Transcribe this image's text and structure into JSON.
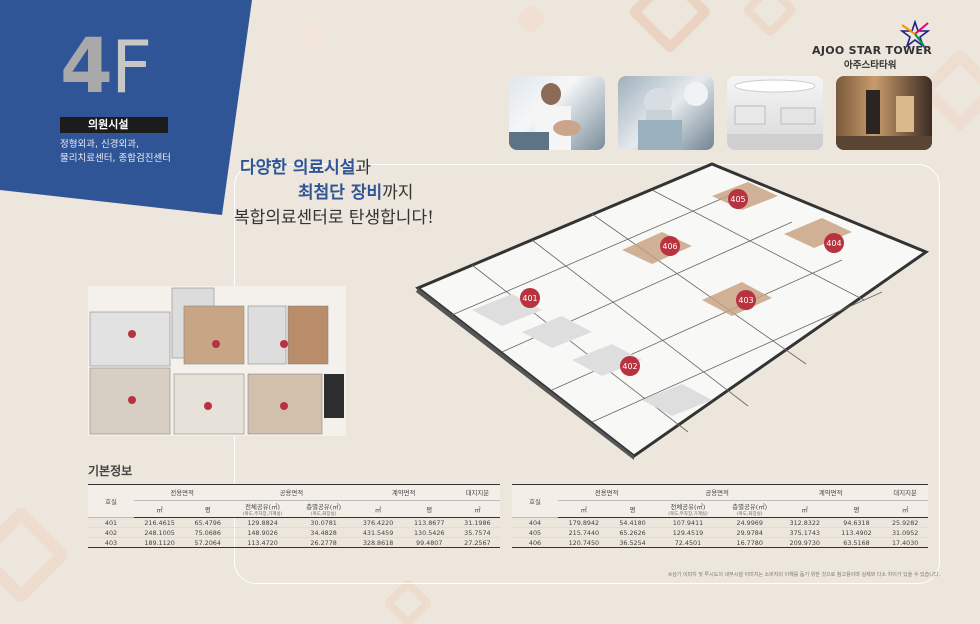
{
  "header": {
    "floor_number": "4",
    "floor_suffix": "F",
    "category": "의원시설",
    "departments": [
      "정형외과, 신경외과,",
      "물리치료센터, 종합검진센터"
    ]
  },
  "brand": {
    "name_en": "AJOO STAR TOWER",
    "name_ko": "아주스타타워",
    "accent_colors": [
      "#e4007f",
      "#f39800",
      "#009944",
      "#1d2088"
    ]
  },
  "headline": {
    "line1_blue": "다양한 의료시설",
    "line1_rest": "과",
    "line2_blue": "최첨단 장비",
    "line2_rest": "까지",
    "line3": "복합의료센터로 탄생합니다!"
  },
  "photos": [
    "dental-treatment-photo",
    "surgery-photo",
    "clinic-interior-photo",
    "hallway-photo"
  ],
  "plan_units": [
    "401",
    "402",
    "403",
    "404",
    "405",
    "406"
  ],
  "info": {
    "title": "기본정보",
    "headers": {
      "unit": "호실",
      "exclusive_area": "전용면적",
      "common_area": "공용면적",
      "contract_area": "계약면적",
      "land_share": "대지지분",
      "sqm": "㎡",
      "pyeong": "평",
      "total_common": "전체공유(㎡)",
      "total_common_sub": "(복도,주차장,기계실)",
      "floor_common": "층별공유(㎡)",
      "floor_common_sub": "(복도,화장실)"
    },
    "left_rows": [
      [
        "401",
        "216.4615",
        "65.4796",
        "129.8824",
        "30.0781",
        "376.4220",
        "113.8677",
        "31.1986"
      ],
      [
        "402",
        "248.1005",
        "75.0686",
        "148.9026",
        "34.4828",
        "431.5459",
        "130.5426",
        "35.7574"
      ],
      [
        "403",
        "189.1120",
        "57.2064",
        "113.4720",
        "26.2778",
        "328.8618",
        "99.4807",
        "27.2567"
      ]
    ],
    "right_rows": [
      [
        "404",
        "179.8942",
        "54.4180",
        "107.9411",
        "24.9969",
        "312.8322",
        "94.6318",
        "25.9282"
      ],
      [
        "405",
        "215.7440",
        "65.2626",
        "129.4519",
        "29.9784",
        "375.1743",
        "113.4902",
        "31.0952"
      ],
      [
        "406",
        "120.7450",
        "36.5254",
        "72.4501",
        "16.7780",
        "209.9730",
        "63.5168",
        "17.4030"
      ]
    ],
    "note": "※상기 이미지 및 투시도의 내부시설 이미지는 소비자의 이해를 돕기 위한 것으로 참고용이며 실제와 다소 차이가 있을 수 있습니다."
  },
  "colors": {
    "panel_blue": "#2f5596",
    "background": "#ece6dc",
    "unit_marker": "#b8323f"
  }
}
